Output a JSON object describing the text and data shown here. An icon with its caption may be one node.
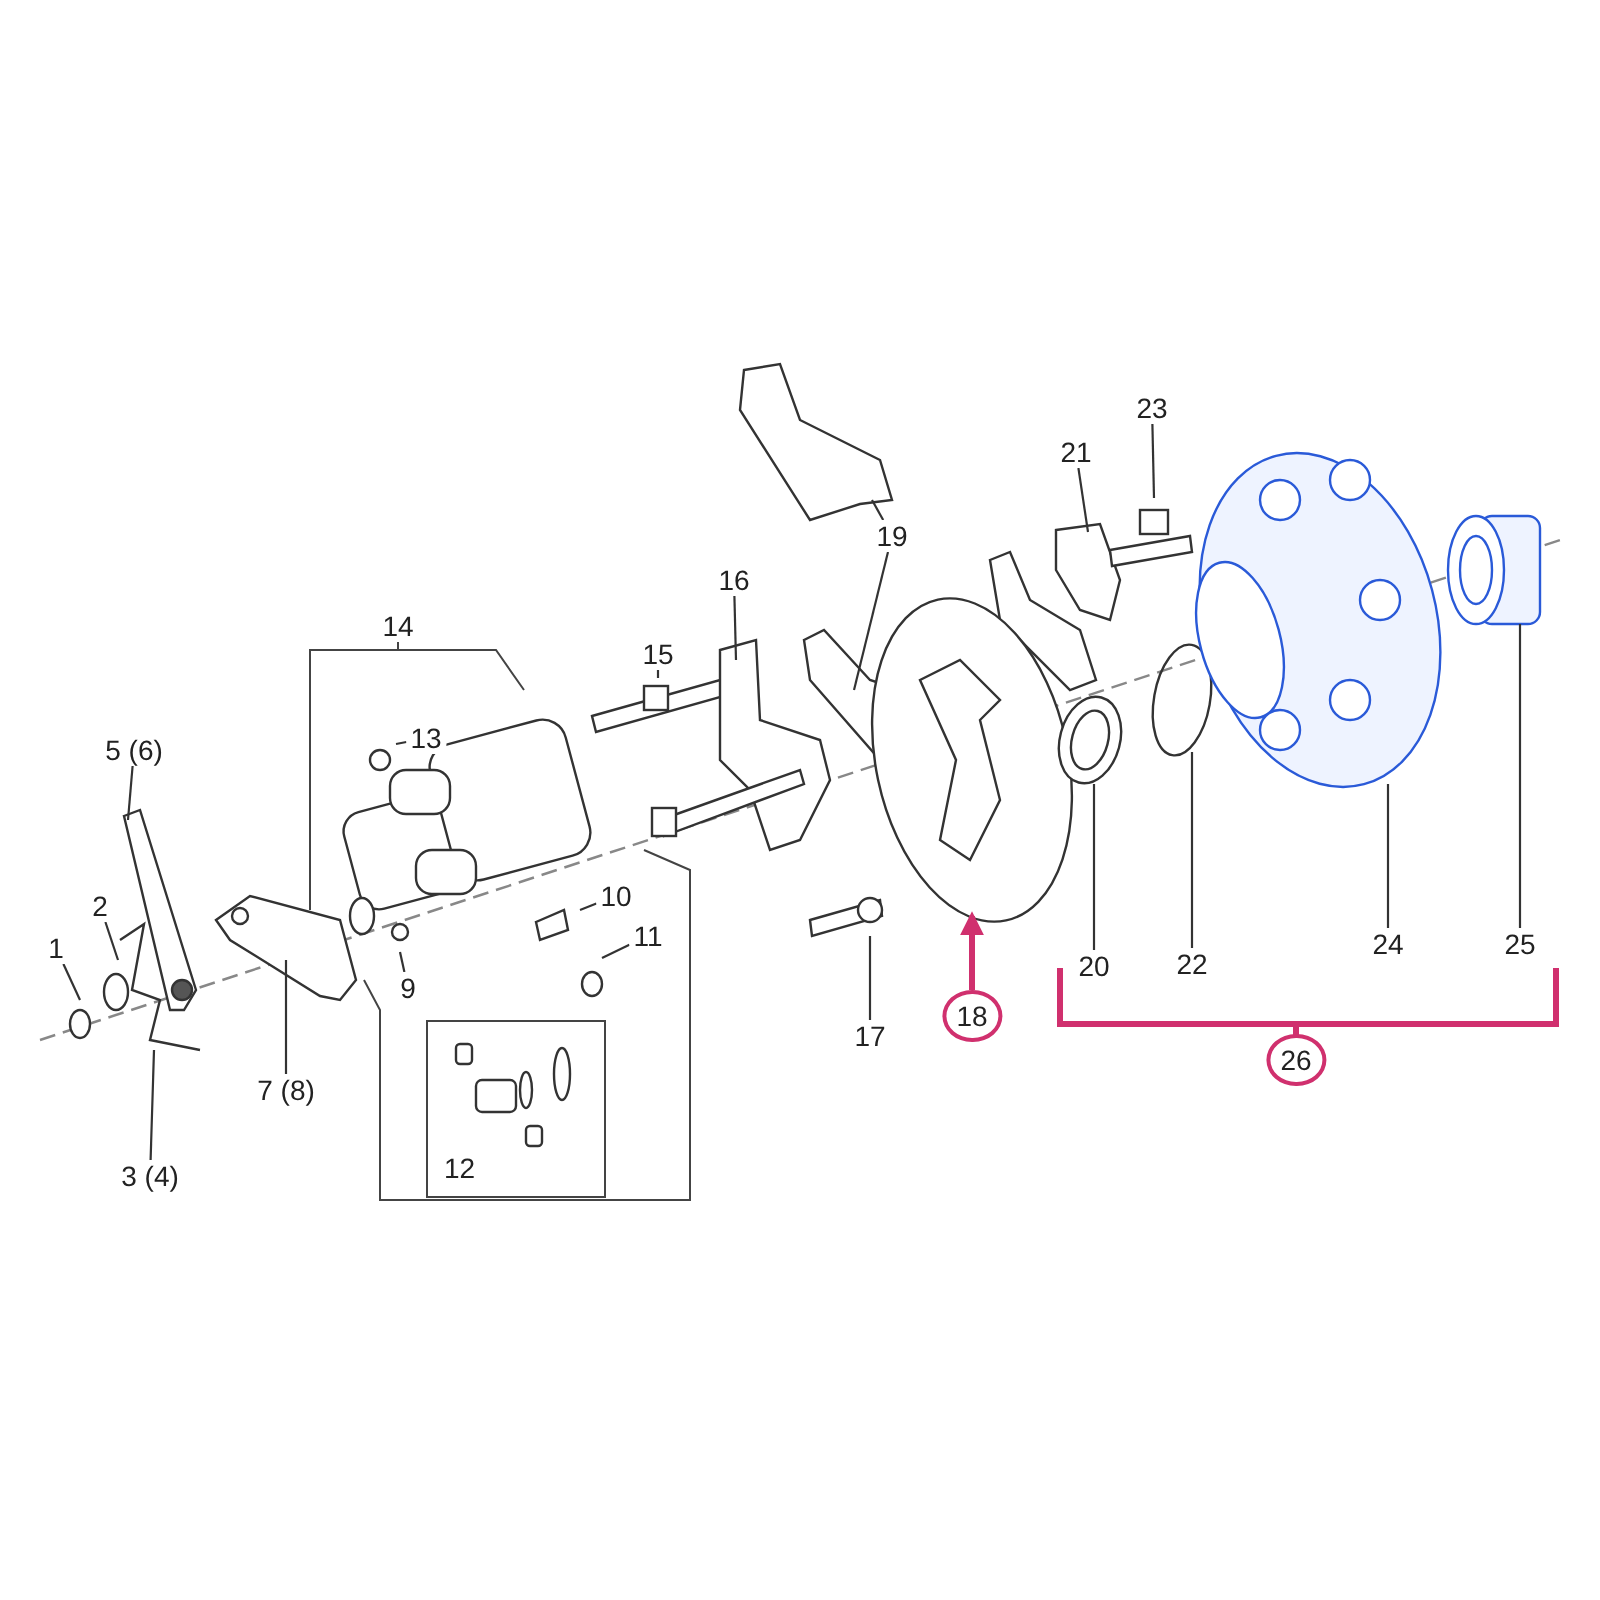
{
  "diagram": {
    "nodes": [
      {
        "text": [
          "5 (6)"
        ]
      },
      {
        "text": [
          "2"
        ]
      },
      {
        "text": [
          "1"
        ]
      },
      {
        "text": [
          "3 (4)"
        ]
      },
      {
        "text": [
          "7 (8)"
        ]
      },
      {
        "text": [
          "14"
        ]
      },
      {
        "text": [
          "13"
        ]
      },
      {
        "text": [
          "15"
        ]
      },
      {
        "text": [
          "16"
        ]
      },
      {
        "text": [
          "19"
        ]
      },
      {
        "text": [
          "23"
        ]
      },
      {
        "text": [
          "21"
        ]
      },
      {
        "text": [
          "10"
        ]
      },
      {
        "text": [
          "9"
        ]
      },
      {
        "text": [
          "11"
        ]
      },
      {
        "text": [
          "12"
        ]
      },
      {
        "text": [
          "17"
        ]
      },
      {
        "text": [
          "18"
        ]
      },
      {
        "text": [
          "20"
        ]
      },
      {
        "text": [
          "22"
        ]
      },
      {
        "text": [
          "24"
        ]
      },
      {
        "text": [
          "25"
        ]
      },
      {
        "text": [
          "26"
        ]
      }
    ],
    "edges": [
      {
        "from": 0,
        "to": null,
        "arrow": "none"
      },
      {
        "from": 1,
        "to": null,
        "arrow": "none"
      },
      {
        "from": 2,
        "to": null,
        "arrow": "none"
      },
      {
        "from": 3,
        "to": null,
        "arrow": "none"
      },
      {
        "from": 4,
        "to": null,
        "arrow": "none"
      },
      {
        "from": 6,
        "to": null,
        "arrow": "none"
      },
      {
        "from": 7,
        "to": null,
        "arrow": "none"
      },
      {
        "from": 8,
        "to": null,
        "arrow": "none"
      },
      {
        "from": 9,
        "to": null,
        "arrow": "none"
      },
      {
        "from": 9,
        "to": null,
        "arrow": "none"
      },
      {
        "from": 10,
        "to": null,
        "arrow": "none"
      },
      {
        "from": 11,
        "to": null,
        "arrow": "none"
      },
      {
        "from": 12,
        "to": null,
        "arrow": "none"
      },
      {
        "from": 13,
        "to": null,
        "arrow": "none"
      },
      {
        "from": 14,
        "to": null,
        "arrow": "none"
      },
      {
        "from": 16,
        "to": null,
        "arrow": "none"
      },
      {
        "from": 17,
        "to": null,
        "arrow": "to",
        "style": "thick",
        "color": "#d0306e"
      },
      {
        "from": 18,
        "to": null,
        "arrow": "none"
      },
      {
        "from": 19,
        "to": null,
        "arrow": "none"
      },
      {
        "from": 20,
        "to": null,
        "arrow": "none"
      },
      {
        "from": 21,
        "to": null,
        "arrow": "none"
      }
    ]
  }
}
